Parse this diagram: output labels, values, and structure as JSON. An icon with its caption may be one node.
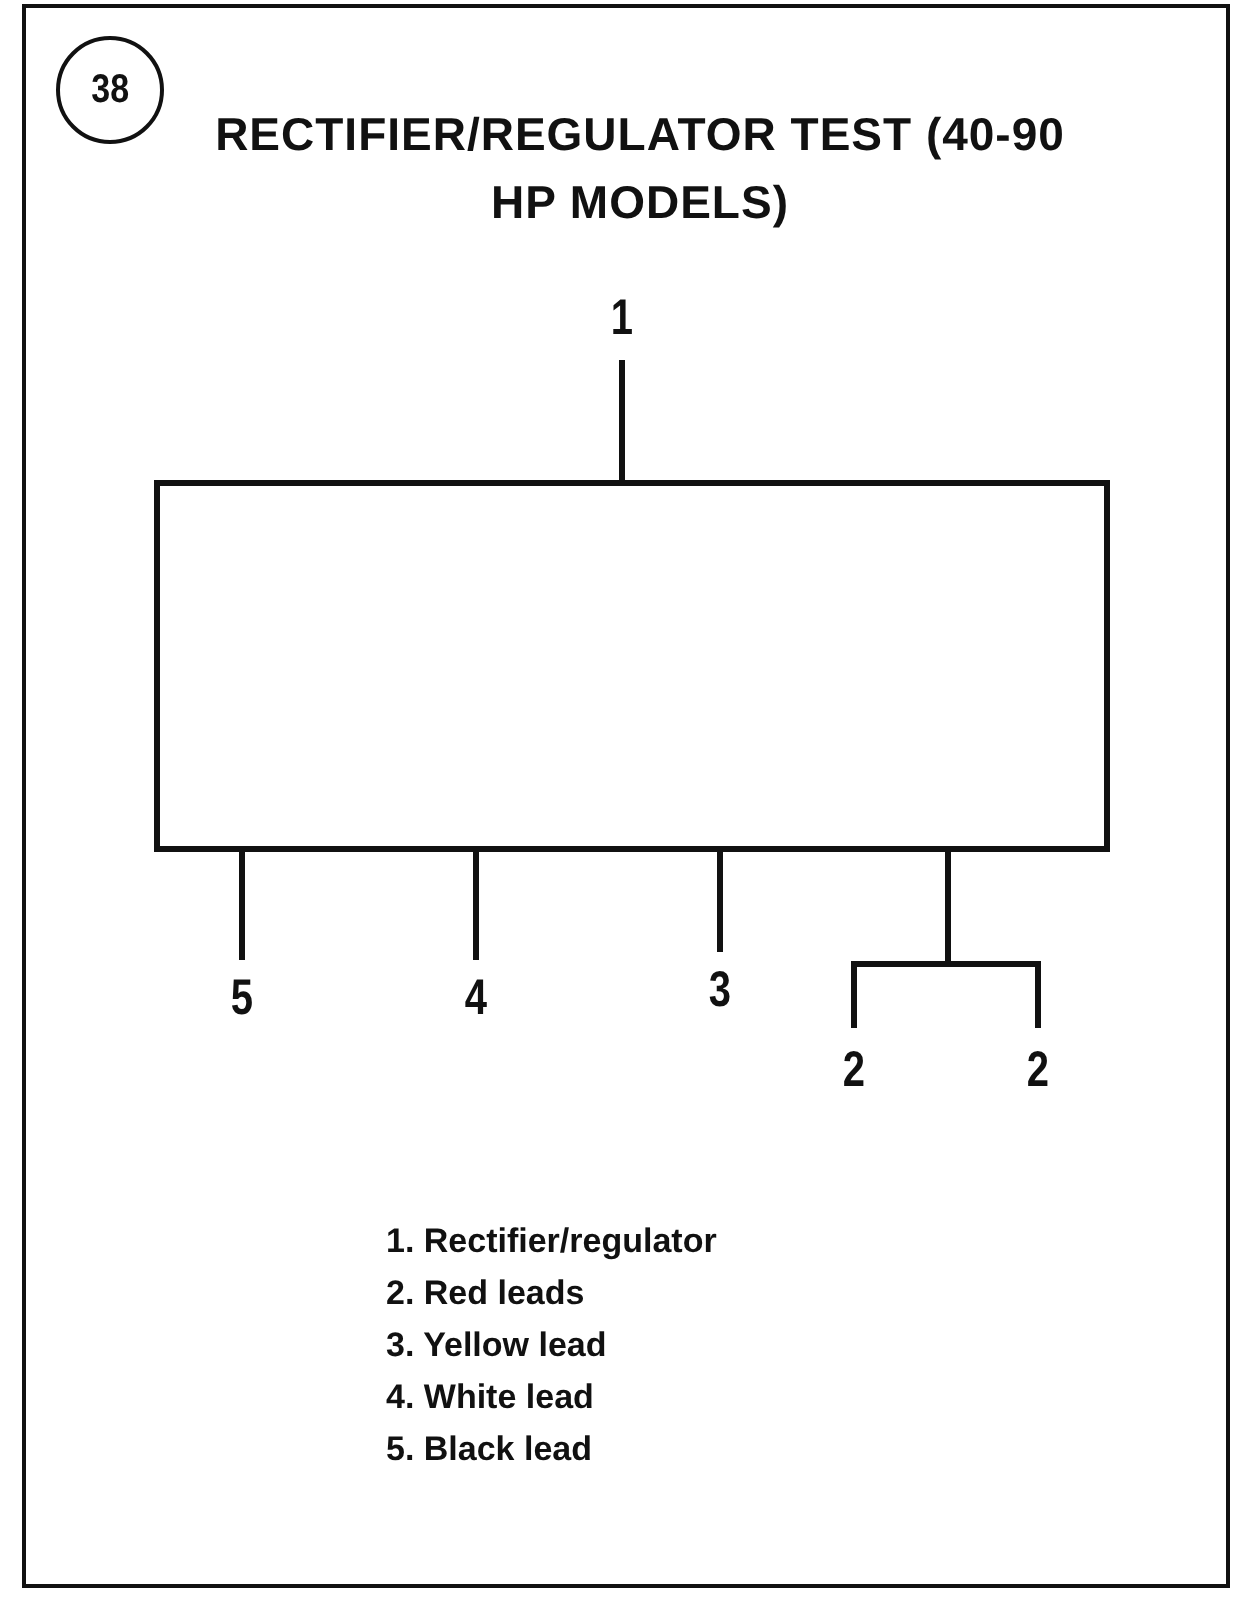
{
  "diagram": {
    "title": "RECTIFIER/REGULATOR TEST (40-90 HP MODELS)",
    "nodes": [
      {
        "text": [
          "38"
        ]
      },
      {
        "text": [
          "1"
        ]
      },
      {
        "text": [],
        "shape": "box"
      },
      {
        "text": [
          "5"
        ]
      },
      {
        "text": [
          "4"
        ]
      },
      {
        "text": [
          "3"
        ]
      },
      {
        "text": [
          "2"
        ]
      },
      {
        "text": [
          "2"
        ]
      }
    ],
    "edges": [
      {
        "from": 1,
        "to": 2,
        "arrow": "none"
      },
      {
        "from": 3,
        "to": 2,
        "arrow": "none"
      },
      {
        "from": 4,
        "to": 2,
        "arrow": "none"
      },
      {
        "from": 5,
        "to": 2,
        "arrow": "none"
      },
      {
        "from": 6,
        "to": 2,
        "arrow": "none"
      },
      {
        "from": 7,
        "to": 2,
        "arrow": "none"
      }
    ],
    "labels": [
      "1. Rectifier/regulator",
      "2. Red leads",
      "3. Yellow lead",
      "4. White lead",
      "5. Black lead"
    ]
  }
}
